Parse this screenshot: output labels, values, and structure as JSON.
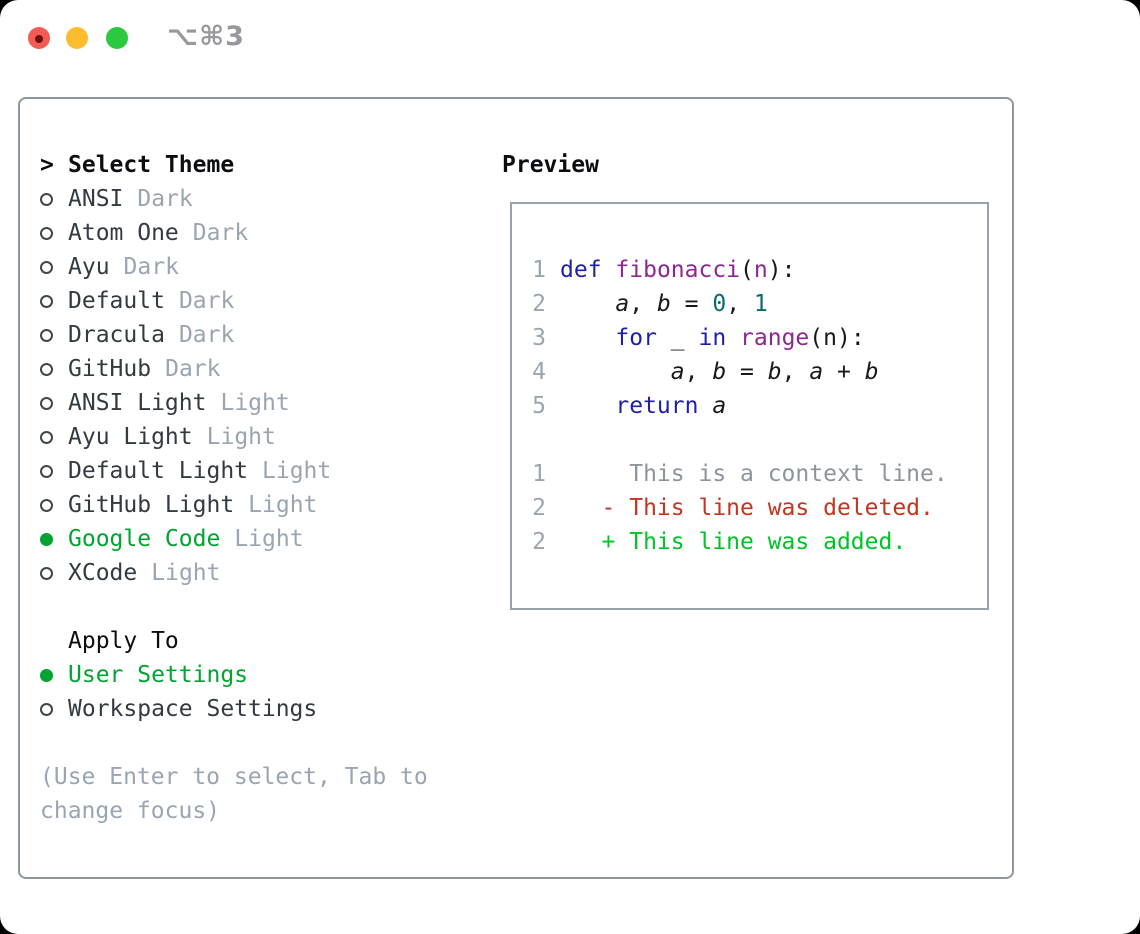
{
  "titlebar": {
    "shortcut": "⌥⌘3",
    "traffic_lights": [
      "close",
      "minimize",
      "zoom"
    ]
  },
  "theme_panel": {
    "header": {
      "marker": ">",
      "title": "Select Theme"
    },
    "themes": [
      {
        "name": "ANSI",
        "variant": "Dark",
        "selected": false
      },
      {
        "name": "Atom One",
        "variant": "Dark",
        "selected": false
      },
      {
        "name": "Ayu",
        "variant": "Dark",
        "selected": false
      },
      {
        "name": "Default",
        "variant": "Dark",
        "selected": false
      },
      {
        "name": "Dracula",
        "variant": "Dark",
        "selected": false
      },
      {
        "name": "GitHub",
        "variant": "Dark",
        "selected": false
      },
      {
        "name": "ANSI Light",
        "variant": "Light",
        "selected": false
      },
      {
        "name": "Ayu Light",
        "variant": "Light",
        "selected": false
      },
      {
        "name": "Default Light",
        "variant": "Light",
        "selected": false
      },
      {
        "name": "GitHub Light",
        "variant": "Light",
        "selected": false
      },
      {
        "name": "Google Code",
        "variant": "Light",
        "selected": true
      },
      {
        "name": "XCode",
        "variant": "Light",
        "selected": false
      }
    ],
    "apply_to": {
      "title": "Apply To",
      "options": [
        {
          "label": "User Settings",
          "selected": true
        },
        {
          "label": "Workspace Settings",
          "selected": false
        }
      ]
    },
    "help_text": "(Use Enter to select, Tab to change focus)"
  },
  "preview": {
    "title": "Preview",
    "code_lines": [
      {
        "num": "1",
        "segments": [
          [
            "k",
            "def"
          ],
          [
            "p",
            " "
          ],
          [
            "f",
            "fibonacci"
          ],
          [
            "p",
            "("
          ],
          [
            "f",
            "n"
          ],
          [
            "p",
            "):"
          ]
        ]
      },
      {
        "num": "2",
        "segments": [
          [
            "p",
            "    "
          ],
          [
            "v",
            "a"
          ],
          [
            "p",
            ", "
          ],
          [
            "v",
            "b"
          ],
          [
            "p",
            " = "
          ],
          [
            "l",
            "0"
          ],
          [
            "p",
            ", "
          ],
          [
            "l",
            "1"
          ]
        ]
      },
      {
        "num": "3",
        "segments": [
          [
            "p",
            "    "
          ],
          [
            "k",
            "for"
          ],
          [
            "p",
            " _ "
          ],
          [
            "k",
            "in"
          ],
          [
            "p",
            " "
          ],
          [
            "f",
            "range"
          ],
          [
            "p",
            "(n):"
          ]
        ]
      },
      {
        "num": "4",
        "segments": [
          [
            "p",
            "        "
          ],
          [
            "v",
            "a"
          ],
          [
            "p",
            ", "
          ],
          [
            "v",
            "b"
          ],
          [
            "p",
            " = "
          ],
          [
            "v",
            "b"
          ],
          [
            "p",
            ", "
          ],
          [
            "v",
            "a"
          ],
          [
            "p",
            " + "
          ],
          [
            "v",
            "b"
          ]
        ]
      },
      {
        "num": "5",
        "segments": [
          [
            "p",
            "    "
          ],
          [
            "k",
            "return"
          ],
          [
            "p",
            " "
          ],
          [
            "v",
            "a"
          ]
        ]
      }
    ],
    "diff_lines": [
      {
        "num": "1",
        "kind": "context",
        "text": "     This is a context line."
      },
      {
        "num": "2",
        "kind": "deleted",
        "text": "   - This line was deleted."
      },
      {
        "num": "2",
        "kind": "added",
        "text": "   + This line was added."
      }
    ]
  },
  "colors": {
    "accent_green": "#00a431",
    "diff_added_green": "#00c327",
    "diff_deleted_red": "#c63420",
    "keyword_blue": "#1f1fa8",
    "function_purple": "#8d2790",
    "literal_teal": "#0a6b6b",
    "muted_gray": "#9aa5b1",
    "text_dark": "#333a41"
  }
}
